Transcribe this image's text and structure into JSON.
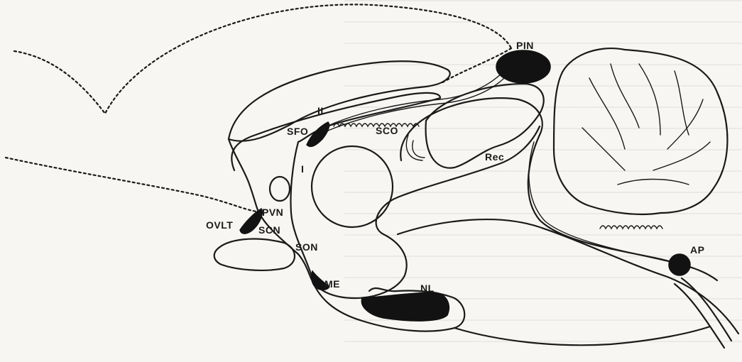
{
  "labels": {
    "pin": "PIN",
    "ii": "II",
    "sfo": "SFO",
    "sco": "SCO",
    "rec": "Rec",
    "i": "I",
    "pvn": "PVN",
    "ovlt": "OVLT",
    "scn": "SCN",
    "son": "SON",
    "me": "ME",
    "nl": "NL",
    "ap": "AP"
  }
}
